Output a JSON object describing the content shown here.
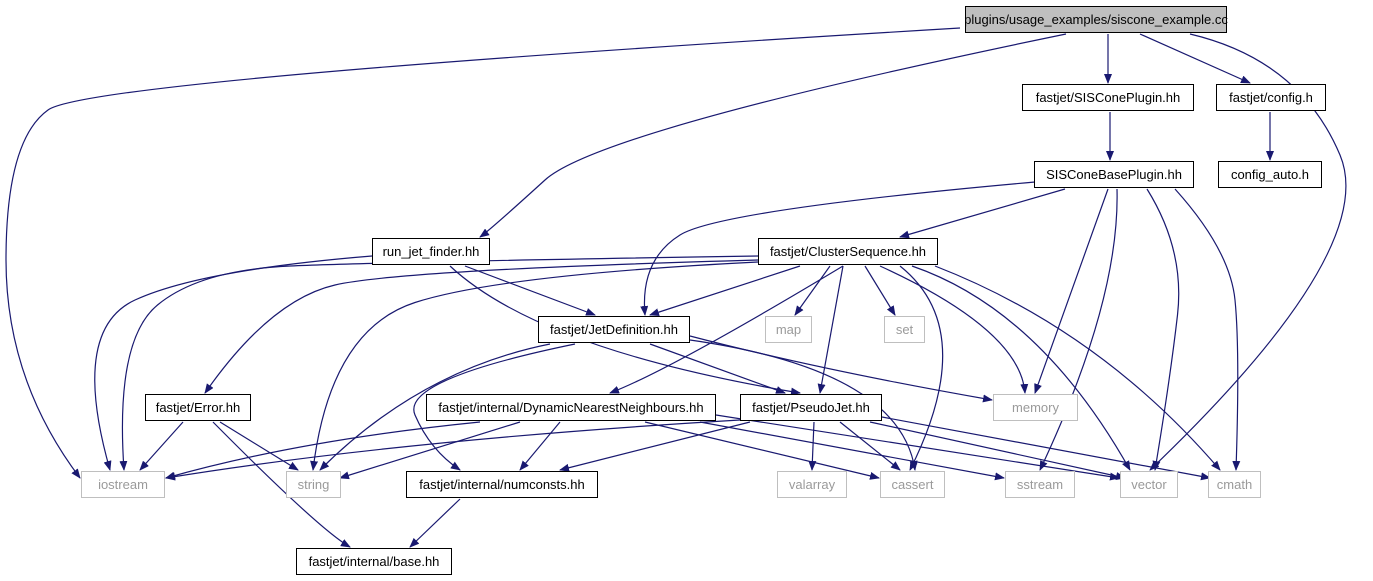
{
  "graph": {
    "nodes": [
      {
        "id": "root",
        "label": "plugins/usage_examples/siscone_example.cc",
        "kind": "root"
      },
      {
        "id": "sisconeplugin",
        "label": "fastjet/SISConePlugin.hh",
        "kind": "file"
      },
      {
        "id": "config",
        "label": "fastjet/config.h",
        "kind": "file"
      },
      {
        "id": "sisconebase",
        "label": "SISConeBasePlugin.hh",
        "kind": "file"
      },
      {
        "id": "configauto",
        "label": "config_auto.h",
        "kind": "file"
      },
      {
        "id": "runjetfinder",
        "label": "run_jet_finder.hh",
        "kind": "file"
      },
      {
        "id": "clusterseq",
        "label": "fastjet/ClusterSequence.hh",
        "kind": "file"
      },
      {
        "id": "jetdef",
        "label": "fastjet/JetDefinition.hh",
        "kind": "file"
      },
      {
        "id": "map",
        "label": "map",
        "kind": "system"
      },
      {
        "id": "set",
        "label": "set",
        "kind": "system"
      },
      {
        "id": "error",
        "label": "fastjet/Error.hh",
        "kind": "file"
      },
      {
        "id": "dnn",
        "label": "fastjet/internal/DynamicNearestNeighbours.hh",
        "kind": "file"
      },
      {
        "id": "pseudojet",
        "label": "fastjet/PseudoJet.hh",
        "kind": "file"
      },
      {
        "id": "memory",
        "label": "memory",
        "kind": "system"
      },
      {
        "id": "iostream",
        "label": "iostream",
        "kind": "system"
      },
      {
        "id": "string",
        "label": "string",
        "kind": "system"
      },
      {
        "id": "numconsts",
        "label": "fastjet/internal/numconsts.hh",
        "kind": "file"
      },
      {
        "id": "valarray",
        "label": "valarray",
        "kind": "system"
      },
      {
        "id": "cassert",
        "label": "cassert",
        "kind": "system"
      },
      {
        "id": "sstream",
        "label": "sstream",
        "kind": "system"
      },
      {
        "id": "vector",
        "label": "vector",
        "kind": "system"
      },
      {
        "id": "cmath",
        "label": "cmath",
        "kind": "system"
      },
      {
        "id": "base",
        "label": "fastjet/internal/base.hh",
        "kind": "file"
      }
    ],
    "edges": [
      [
        "root",
        "iostream"
      ],
      [
        "root",
        "runjetfinder"
      ],
      [
        "root",
        "sisconeplugin"
      ],
      [
        "root",
        "config"
      ],
      [
        "root",
        "vector"
      ],
      [
        "sisconeplugin",
        "sisconebase"
      ],
      [
        "config",
        "configauto"
      ],
      [
        "sisconebase",
        "clusterseq"
      ],
      [
        "sisconebase",
        "jetdef"
      ],
      [
        "sisconebase",
        "memory"
      ],
      [
        "sisconebase",
        "sstream"
      ],
      [
        "sisconebase",
        "vector"
      ],
      [
        "sisconebase",
        "cmath"
      ],
      [
        "runjetfinder",
        "iostream"
      ],
      [
        "runjetfinder",
        "jetdef"
      ],
      [
        "runjetfinder",
        "pseudojet"
      ],
      [
        "clusterseq",
        "iostream"
      ],
      [
        "clusterseq",
        "error"
      ],
      [
        "clusterseq",
        "string"
      ],
      [
        "clusterseq",
        "jetdef"
      ],
      [
        "clusterseq",
        "map"
      ],
      [
        "clusterseq",
        "set"
      ],
      [
        "clusterseq",
        "dnn"
      ],
      [
        "clusterseq",
        "pseudojet"
      ],
      [
        "clusterseq",
        "memory"
      ],
      [
        "clusterseq",
        "cassert"
      ],
      [
        "clusterseq",
        "vector"
      ],
      [
        "clusterseq",
        "cmath"
      ],
      [
        "jetdef",
        "string"
      ],
      [
        "jetdef",
        "numconsts"
      ],
      [
        "jetdef",
        "pseudojet"
      ],
      [
        "jetdef",
        "memory"
      ],
      [
        "jetdef",
        "cassert"
      ],
      [
        "error",
        "iostream"
      ],
      [
        "error",
        "string"
      ],
      [
        "error",
        "base"
      ],
      [
        "dnn",
        "iostream"
      ],
      [
        "dnn",
        "string"
      ],
      [
        "dnn",
        "numconsts"
      ],
      [
        "dnn",
        "cassert"
      ],
      [
        "dnn",
        "sstream"
      ],
      [
        "dnn",
        "vector"
      ],
      [
        "pseudojet",
        "iostream"
      ],
      [
        "pseudojet",
        "numconsts"
      ],
      [
        "pseudojet",
        "valarray"
      ],
      [
        "pseudojet",
        "cassert"
      ],
      [
        "pseudojet",
        "vector"
      ],
      [
        "pseudojet",
        "cmath"
      ],
      [
        "numconsts",
        "base"
      ]
    ],
    "colors": {
      "edge": "#191970",
      "file_border": "#000000",
      "system_border": "#bfbfbf",
      "system_text": "#9a9a9a",
      "root_fill": "#bfbfbf"
    }
  }
}
